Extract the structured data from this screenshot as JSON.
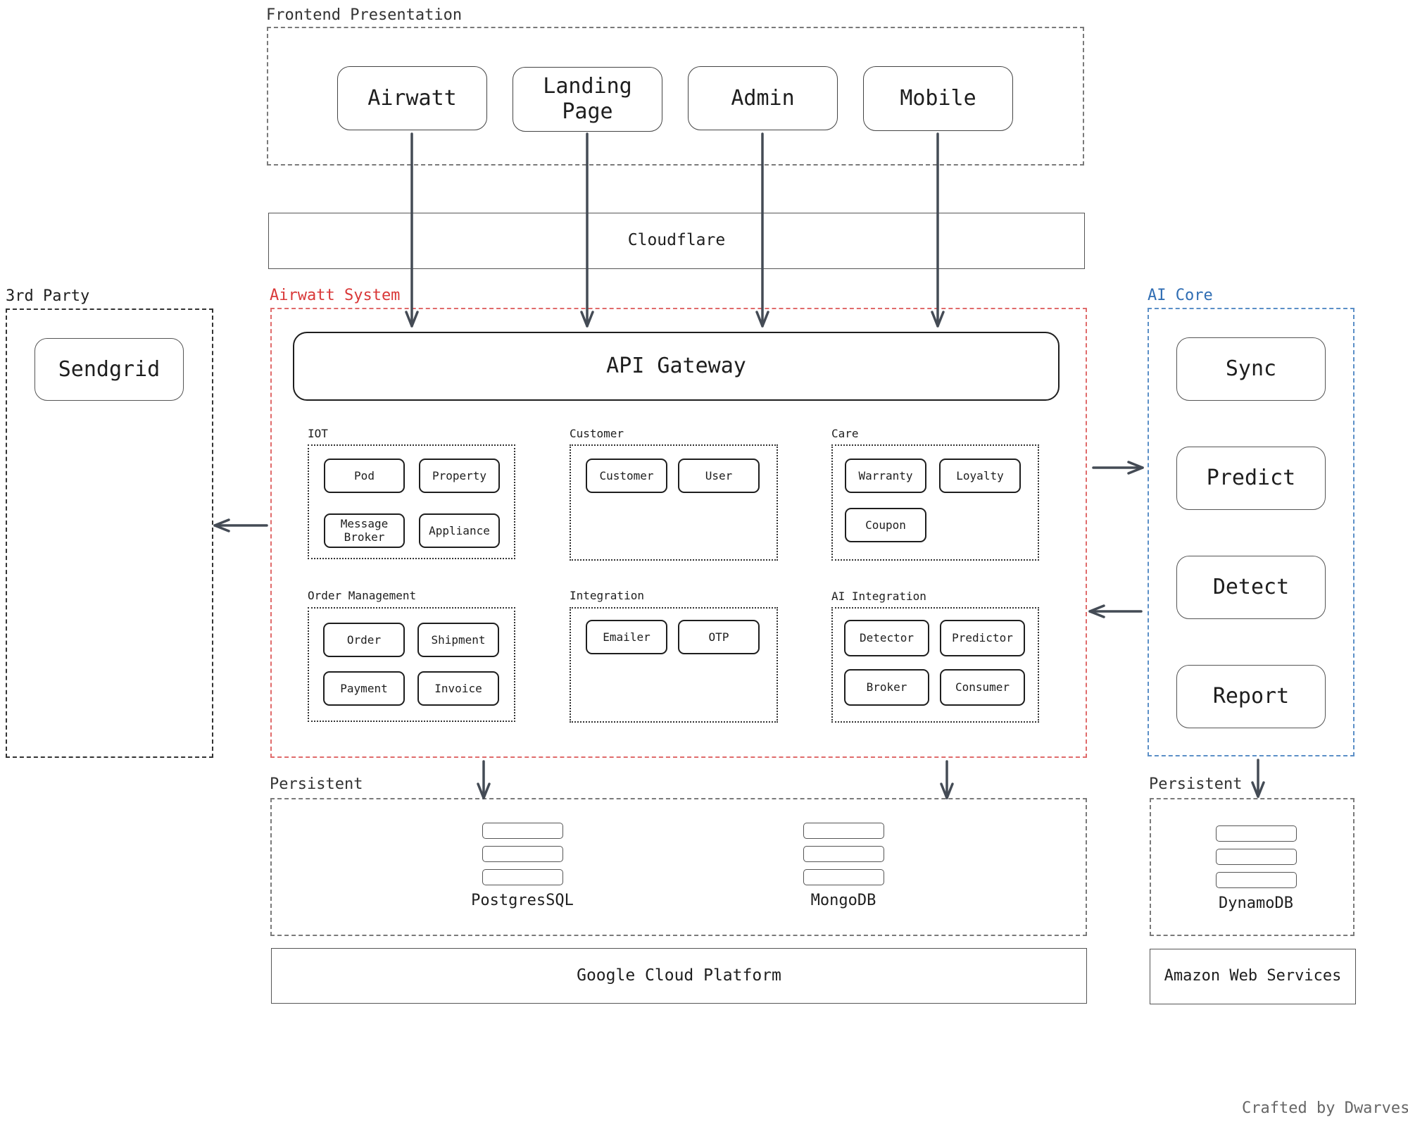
{
  "frontend": {
    "label": "Frontend Presentation",
    "apps": [
      "Airwatt",
      "Landing\nPage",
      "Admin",
      "Mobile"
    ]
  },
  "cloudflare": "Cloudflare",
  "third_party": {
    "label": "3rd Party",
    "services": [
      "Sendgrid"
    ]
  },
  "system": {
    "label": "Airwatt System",
    "gateway": "API Gateway",
    "modules": [
      {
        "label": "IOT",
        "items": [
          "Pod",
          "Property",
          "Message\nBroker",
          "Appliance"
        ]
      },
      {
        "label": "Customer",
        "items": [
          "Customer",
          "User"
        ]
      },
      {
        "label": "Care",
        "items": [
          "Warranty",
          "Loyalty",
          "Coupon"
        ]
      },
      {
        "label": "Order Management",
        "items": [
          "Order",
          "Shipment",
          "Payment",
          "Invoice"
        ]
      },
      {
        "label": "Integration",
        "items": [
          "Emailer",
          "OTP"
        ]
      },
      {
        "label": "AI Integration",
        "items": [
          "Detector",
          "Predictor",
          "Broker",
          "Consumer"
        ]
      }
    ]
  },
  "ai_core": {
    "label": "AI Core",
    "services": [
      "Sync",
      "Predict",
      "Detect",
      "Report"
    ]
  },
  "persistent_gcp": {
    "label": "Persistent",
    "databases": [
      "PostgresSQL",
      "MongoDB"
    ]
  },
  "persistent_aws": {
    "label": "Persistent",
    "databases": [
      "DynamoDB"
    ]
  },
  "gcp": "Google Cloud Platform",
  "aws": "Amazon Web Services",
  "credit": "Crafted by Dwarves",
  "colors": {
    "system_border": "#e06b6b",
    "system_label": "#d93838",
    "ai_border": "#5b8fc7",
    "ai_label": "#2f6db3",
    "arrow": "#444b55"
  }
}
